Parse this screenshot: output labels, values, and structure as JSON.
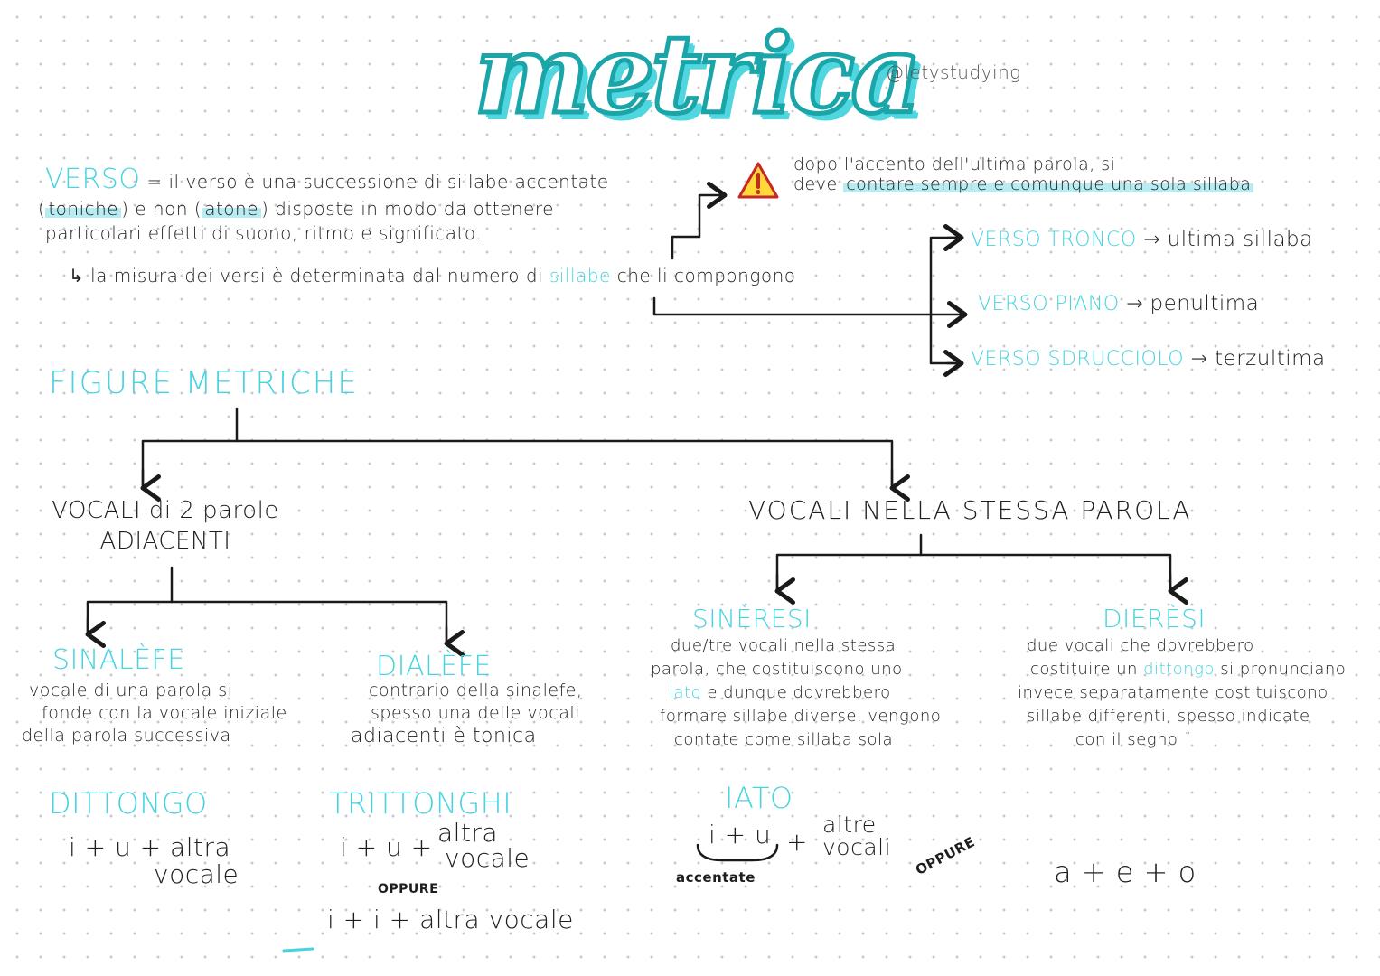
{
  "header": {
    "title": "metrica",
    "handle": "@letystudying"
  },
  "verso": {
    "term": "VERSO",
    "def_line1_a": "= il verso è una successione di sillabe accentate",
    "def_line2_open": "(",
    "def_toniche": "toniche",
    "def_line2_mid": ") e non (",
    "def_atone": "atone",
    "def_line2_end": ") disposte in modo da ottenere",
    "def_line3": "particolari effetti di suono, ritmo e significato.",
    "misura_arrow": "↳",
    "misura_a": "la misura dei versi è determinata dal numero di",
    "misura_sillabe": "sillabe",
    "misura_b": "che li compongono"
  },
  "warning": {
    "icon": "warning-icon",
    "line1": "dopo l'accento dell'ultima parola, si",
    "line2_a": "deve",
    "line2_hl": "contare sempre e comunque una sola sillaba"
  },
  "tipi_verso": [
    {
      "name": "VERSO TRONCO",
      "arrow": "→",
      "value": "ultima sillaba"
    },
    {
      "name": "VERSO PIANO",
      "arrow": "→",
      "value": "penultima"
    },
    {
      "name": "VERSO SDRUCCIOLO",
      "arrow": "→",
      "value": "terzultima"
    }
  ],
  "figure": {
    "heading": "FIGURE METRICHE",
    "left_branch_line1": "VOCALI di 2 parole",
    "left_branch_line2": "ADIACENTI",
    "right_branch": "VOCALI NELLA STESSA PAROLA"
  },
  "sinalefe": {
    "term": "SINALÈFE",
    "line1": "vocale di una parola si",
    "line2": "fonde con la vocale iniziale",
    "line3": "della parola successiva"
  },
  "dialefe": {
    "term": "DIALÈFE",
    "line1": "contrario della sinalefe,",
    "line2": "spesso una delle vocali",
    "line3": "adiacenti è tonica"
  },
  "sineresi": {
    "term": "SINÈRESI",
    "line1": "due/tre vocali nella stessa",
    "line2": "parola, che costituiscono uno",
    "line3_cyan": "iato",
    "line3_rest": "e dunque dovrebbero",
    "line4": "formare sillabe diverse, vengono",
    "line5": "contate come sillaba sola"
  },
  "dieresi": {
    "term": "DIERÈSI",
    "line1": "due vocali che dovrebbero",
    "line2_a": "costituire un",
    "line2_cyan": "dittongo",
    "line2_b": "si pronunciano",
    "line3": "invece separatamente costituiscono",
    "line4": "sillabe differenti, spesso indicate",
    "line5": "con il segno ¨"
  },
  "dittongo": {
    "term": "DITTONGO",
    "formula_a": "i + u + altra",
    "formula_b": "vocale"
  },
  "trittonghi": {
    "term": "TRITTONGHI",
    "formula_a": "i + u +",
    "formula_b1": "altra",
    "formula_b2": "vocale",
    "oppure": "OPPURE",
    "formula_c": "i + i + altra vocale"
  },
  "iato": {
    "term": "IATO",
    "formula_a": "i + u",
    "formula_plus": "+",
    "formula_b1": "altre",
    "formula_b2": "vocali",
    "accentate": "accentate",
    "oppure": "OPPURE",
    "formula_c": "a + e + o"
  }
}
